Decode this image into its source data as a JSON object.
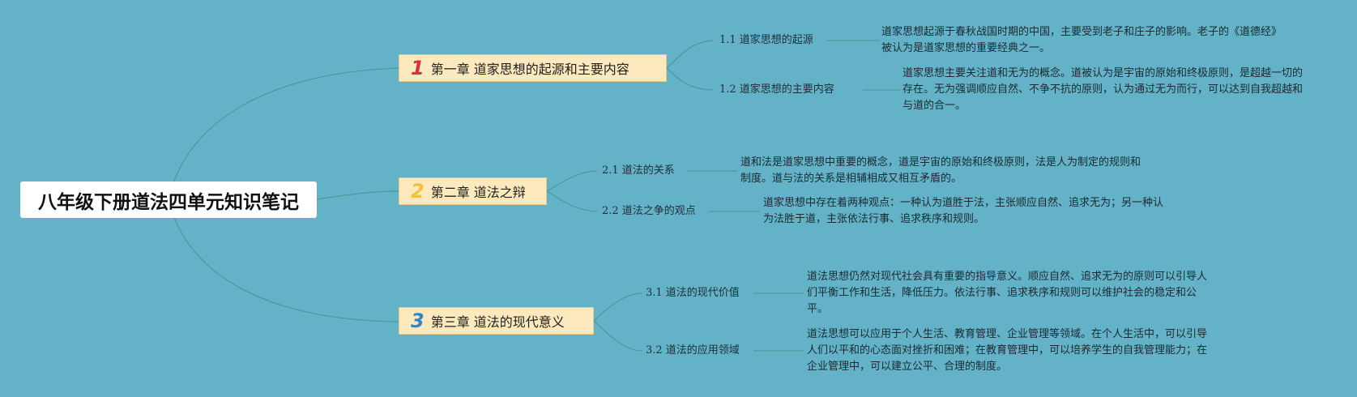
{
  "root": {
    "title": "八年级下册道法四单元知识笔记"
  },
  "chapters": [
    {
      "number": "1",
      "number_color": "#d9303a",
      "title": "第一章 道家思想的起源和主要内容",
      "topics": [
        {
          "label": "1.1 道家思想的起源",
          "text": "道家思想起源于春秋战国时期的中国，主要受到老子和庄子的影响。老子的《道德经》被认为是道家思想的重要经典之一。"
        },
        {
          "label": "1.2 道家思想的主要内容",
          "text": "道家思想主要关注道和无为的概念。道被认为是宇宙的原始和终极原则，是超越一切的存在。无为强调顺应自然、不争不抗的原则，认为通过无为而行，可以达到自我超越和与道的合一。"
        }
      ]
    },
    {
      "number": "2",
      "number_color": "#f3c23a",
      "title": "第二章 道法之辩",
      "topics": [
        {
          "label": "2.1 道法的关系",
          "text": "道和法是道家思想中重要的概念，道是宇宙的原始和终极原则，法是人为制定的规则和制度。道与法的关系是相辅相成又相互矛盾的。"
        },
        {
          "label": "2.2 道法之争的观点",
          "text": "道家思想中存在着两种观点：一种认为道胜于法，主张顺应自然、追求无为；另一种认为法胜于道，主张依法行事、追求秩序和规则。"
        }
      ]
    },
    {
      "number": "3",
      "number_color": "#2f86c9",
      "title": "第三章 道法的现代意义",
      "topics": [
        {
          "label": "3.1 道法的现代价值",
          "text": "道法思想仍然对现代社会具有重要的指导意义。顺应自然、追求无为的原则可以引导人们平衡工作和生活，降低压力。依法行事、追求秩序和规则可以维护社会的稳定和公平。"
        },
        {
          "label": "3.2 道法的应用领域",
          "text": "道法思想可以应用于个人生活、教育管理、企业管理等领域。在个人生活中，可以引导人们以平和的心态面对挫折和困难；在教育管理中，可以培养学生的自我管理能力；在企业管理中，可以建立公平、合理的制度。"
        }
      ]
    }
  ],
  "colors": {
    "background": "#63b2c8",
    "chapter_fill": "#fde9be",
    "link": "#3f8f86"
  }
}
